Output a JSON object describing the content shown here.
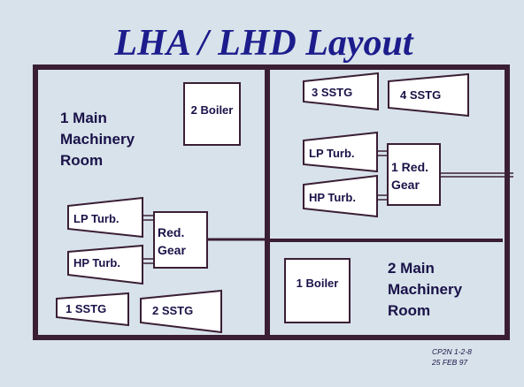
{
  "title": "LHA / LHD Layout",
  "colors": {
    "background": "#d7e2ea",
    "title": "#1c1c8c",
    "outline": "#3a1e34",
    "fill": "#ffffff",
    "text": "#1a1248"
  },
  "room1": {
    "line1": "1 Main",
    "line2": "Machinery",
    "line3": "Room"
  },
  "room2": {
    "line1": "2 Main",
    "line2": "Machinery",
    "line3": "Room"
  },
  "boiler1": "1 Boiler",
  "boiler2": "2 Boiler",
  "sstg1": "1 SSTG",
  "sstg2": "2 SSTG",
  "sstg3": "3 SSTG",
  "sstg4": "4 SSTG",
  "left_turbines": {
    "lp": "LP Turb.",
    "hp": "HP Turb."
  },
  "right_turbines": {
    "lp": "LP Turb.",
    "hp": "HP Turb."
  },
  "gear_left": {
    "line1": "Red.",
    "line2": "Gear"
  },
  "gear_right": {
    "line1": "1 Red.",
    "line2": "Gear"
  },
  "footnote": {
    "line1": "CP2N 1-2-8",
    "line2": "25 FEB 97"
  }
}
